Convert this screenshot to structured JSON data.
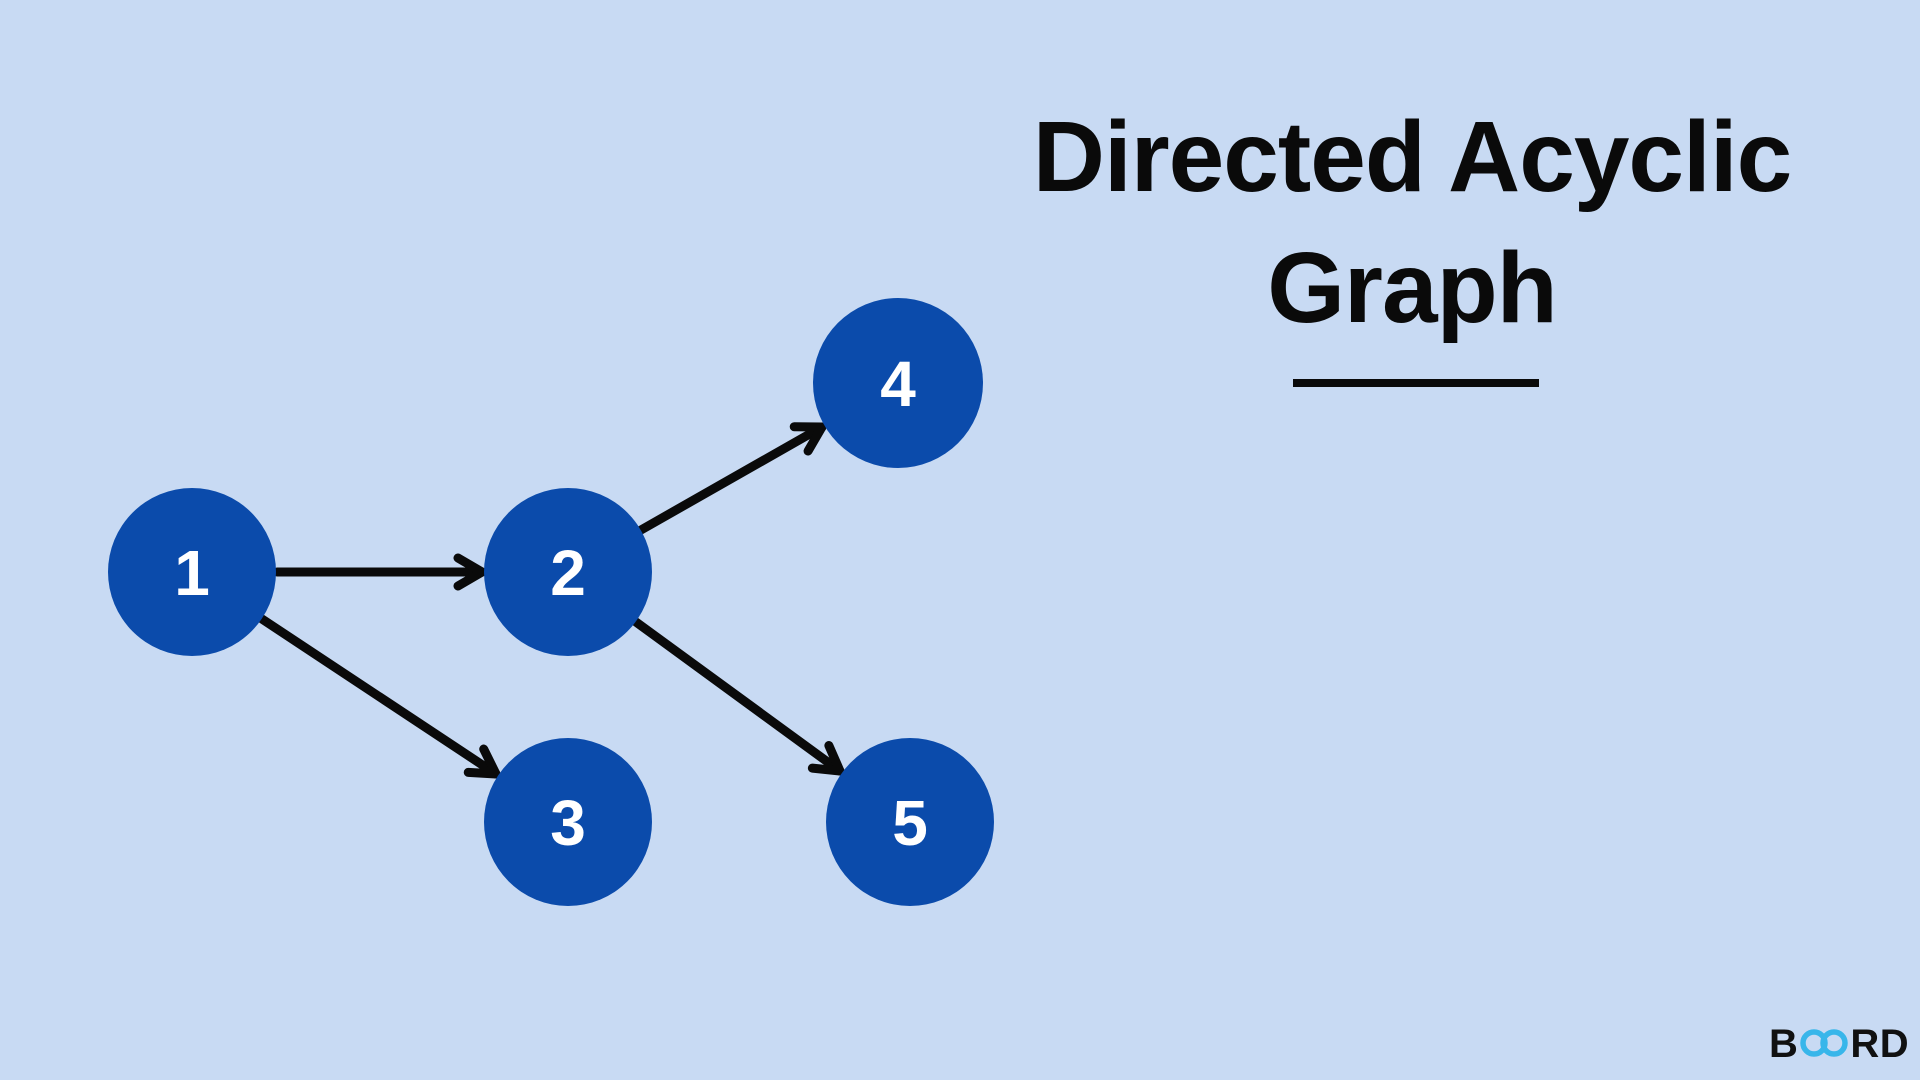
{
  "title": {
    "line1": "Directed Acyclic",
    "line2": "Graph",
    "full_text": "Directed Acyclic Graph"
  },
  "diagram": {
    "type": "directed-acyclic-graph",
    "node_color": "#0b4bab",
    "node_label_color": "#ffffff",
    "edge_color": "#0a0a0a",
    "nodes": [
      {
        "id": "1",
        "label": "1"
      },
      {
        "id": "2",
        "label": "2"
      },
      {
        "id": "3",
        "label": "3"
      },
      {
        "id": "4",
        "label": "4"
      },
      {
        "id": "5",
        "label": "5"
      }
    ],
    "edges": [
      {
        "from": "1",
        "to": "2"
      },
      {
        "from": "1",
        "to": "3"
      },
      {
        "from": "2",
        "to": "4"
      },
      {
        "from": "2",
        "to": "5"
      }
    ]
  },
  "logo": {
    "prefix": "B",
    "infinity_icon": "infinity-icon",
    "suffix": "RD",
    "accent_color": "#38b6ea",
    "text_color": "#111111"
  },
  "colors": {
    "background": "#c8daf3",
    "title_text": "#0a0a0a"
  }
}
